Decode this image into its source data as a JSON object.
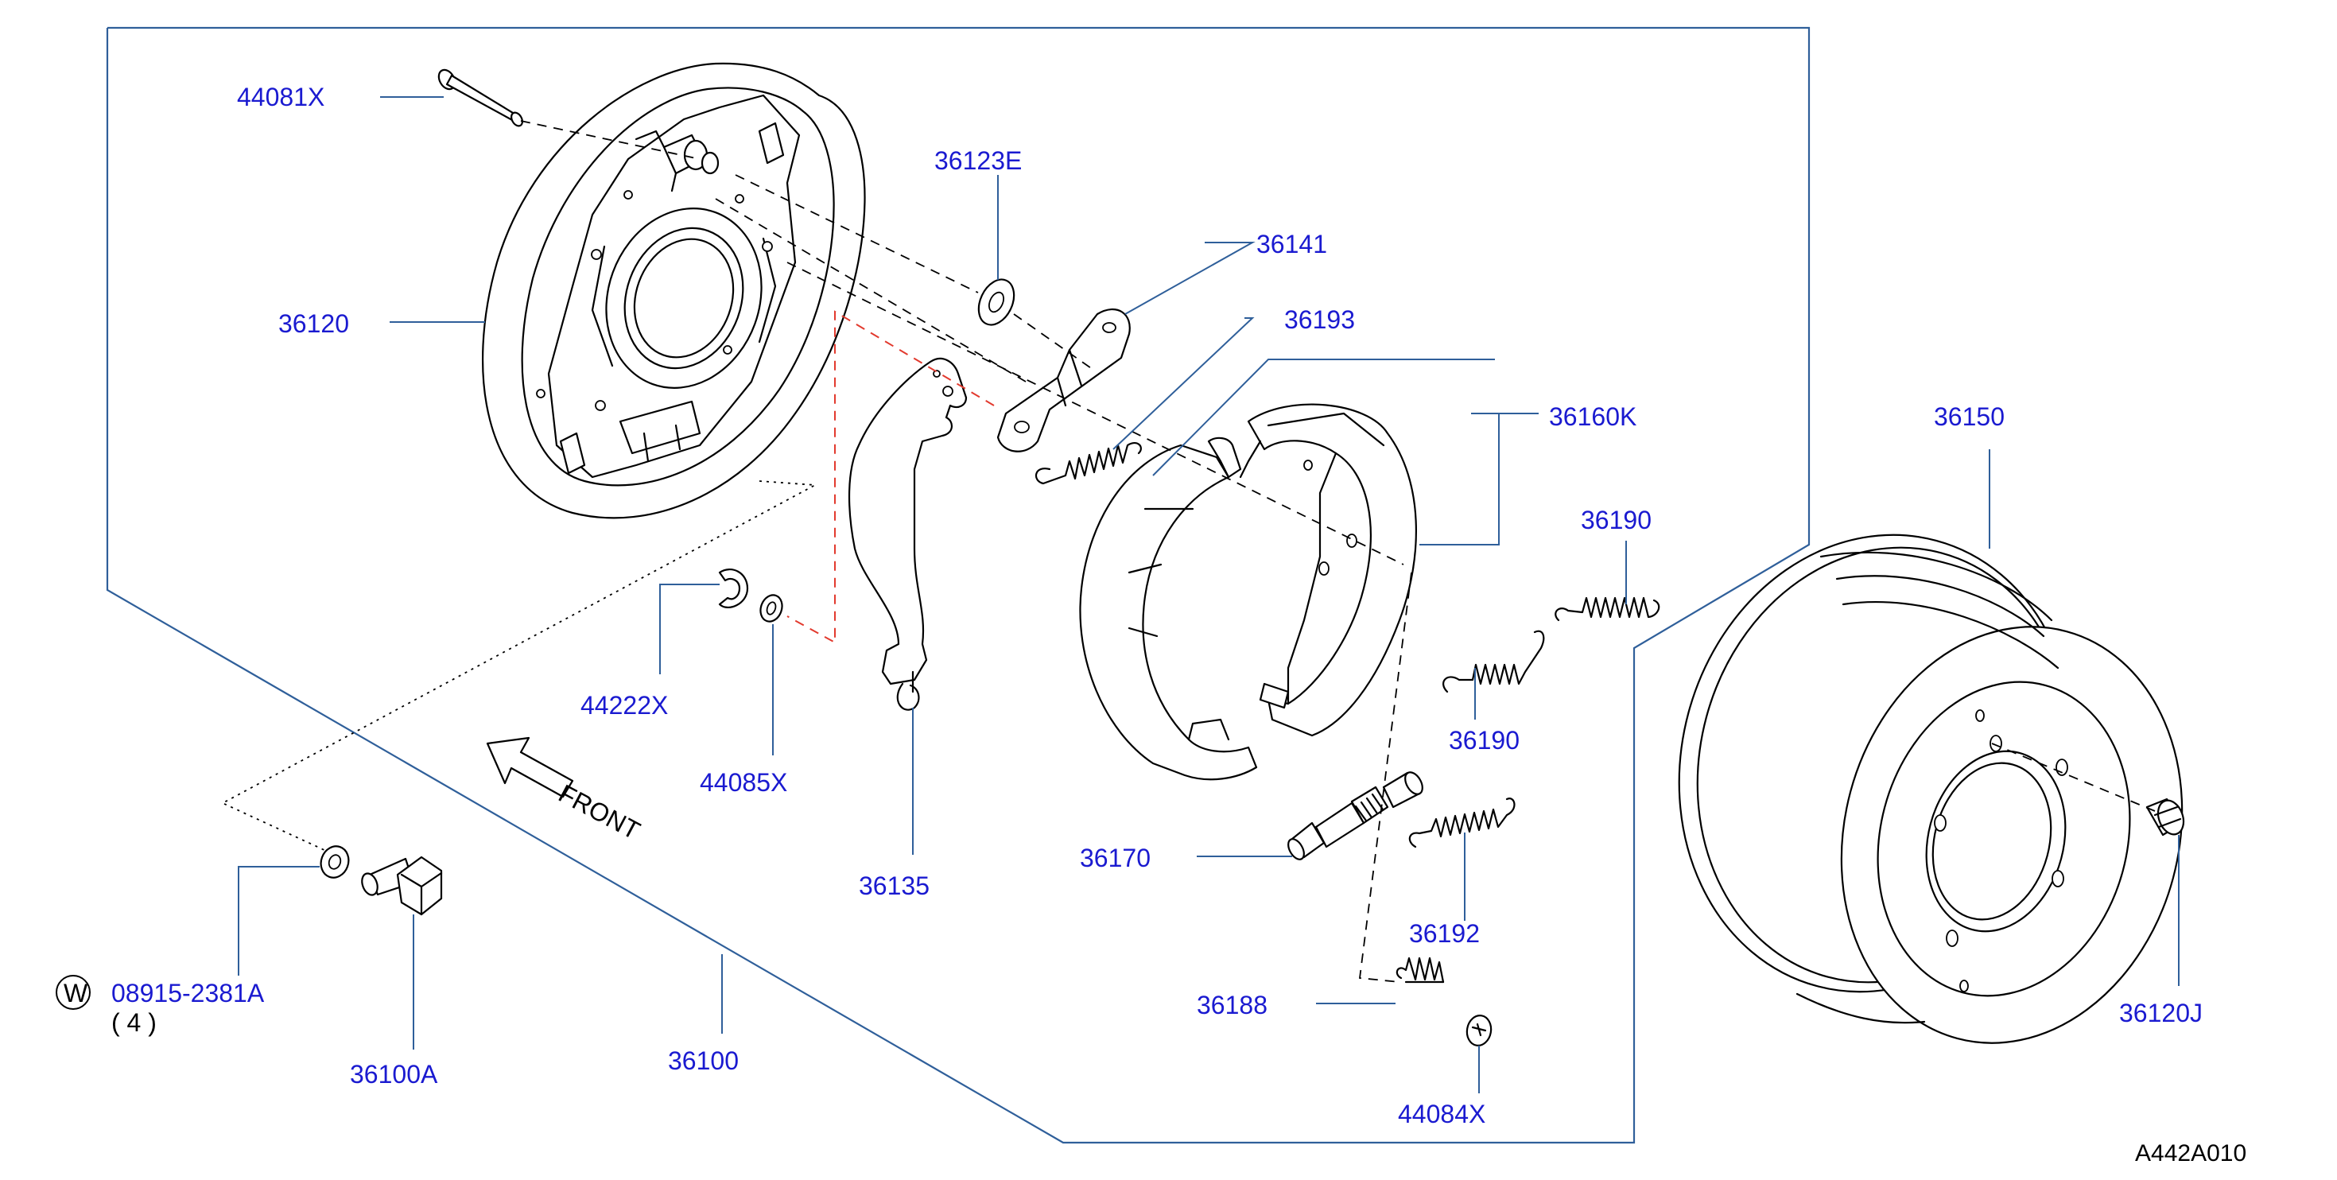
{
  "diagram": {
    "reference_code": "A442A010",
    "front_label": "FRONT",
    "washer_symbol": "W",
    "quantity_note": "( 4 )"
  },
  "parts": {
    "p44081X": "44081X",
    "p36120": "36120",
    "p36123E": "36123E",
    "p36141": "36141",
    "p36193": "36193",
    "p36160K": "36160K",
    "p36150": "36150",
    "p36190_top": "36190",
    "p36190_bottom": "36190",
    "p44222X": "44222X",
    "p44085X": "44085X",
    "p36135": "36135",
    "p36170": "36170",
    "p36192": "36192",
    "p36188": "36188",
    "p44084X": "44084X",
    "p08915": "08915-2381A",
    "p36100A": "36100A",
    "p36100": "36100",
    "p36120J": "36120J"
  },
  "colors": {
    "label_blue": "#1a1ad0",
    "frame_blue": "#2f5f9a",
    "guide_red": "#e23a2e",
    "line_black": "#000000"
  }
}
